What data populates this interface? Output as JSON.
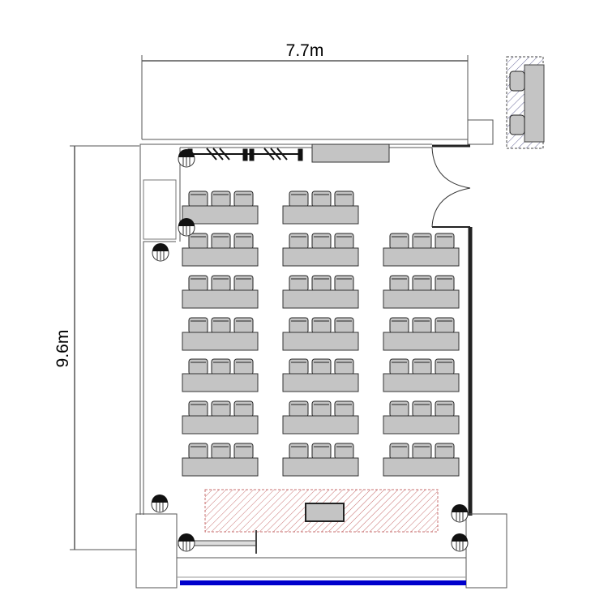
{
  "dimensions": {
    "width_label": "7.7m",
    "height_label": "9.6m"
  },
  "layout": {
    "columns": 3,
    "rows": 7,
    "chairs_per_table": 3,
    "first_row_tables": 2
  },
  "colors": {
    "table": "#c4c4c4",
    "wall": "#555555",
    "window": "#0000cc",
    "stage_hatch": "#c87070",
    "hatch": "#6a6a9a"
  }
}
